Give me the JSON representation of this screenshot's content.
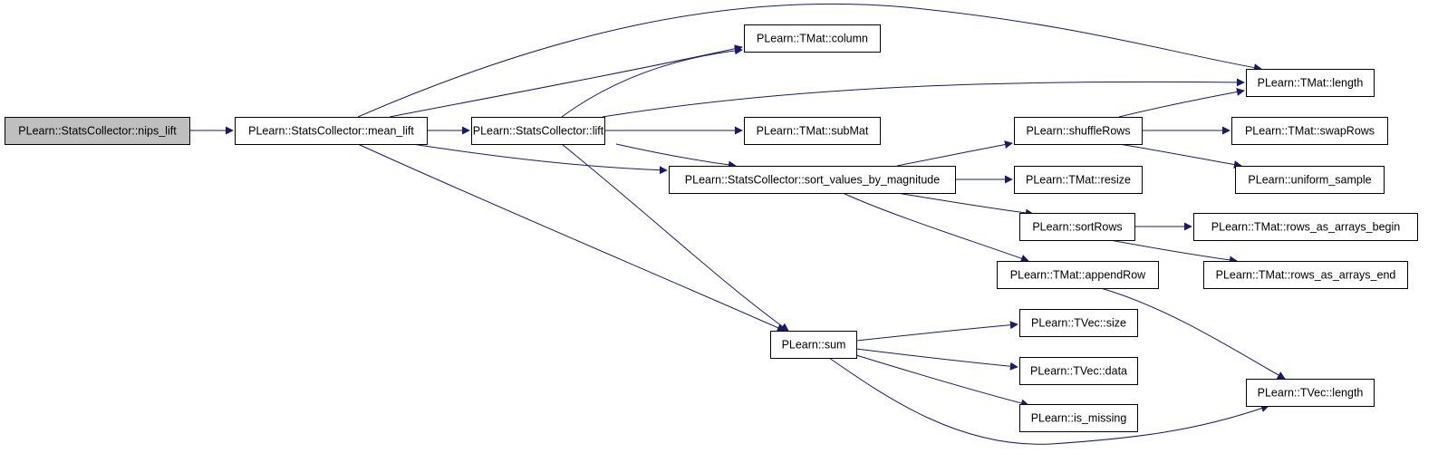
{
  "colors": {
    "edge": "#191970",
    "root_fill": "#bfbfbf",
    "node_fill": "#ffffff",
    "border": "#000000"
  },
  "nodes": [
    {
      "id": "nips_lift",
      "label": "PLearn::StatsCollector::nips_lift",
      "root": true
    },
    {
      "id": "mean_lift",
      "label": "PLearn::StatsCollector::mean_lift"
    },
    {
      "id": "lift",
      "label": "PLearn::StatsCollector::lift"
    },
    {
      "id": "column",
      "label": "PLearn::TMat::column"
    },
    {
      "id": "tmat_length",
      "label": "PLearn::TMat::length"
    },
    {
      "id": "subMat",
      "label": "PLearn::TMat::subMat"
    },
    {
      "id": "sort_values",
      "label": "PLearn::StatsCollector::sort_values_by_magnitude"
    },
    {
      "id": "shuffleRows",
      "label": "PLearn::shuffleRows"
    },
    {
      "id": "swapRows",
      "label": "PLearn::TMat::swapRows"
    },
    {
      "id": "uniform_sample",
      "label": "PLearn::uniform_sample"
    },
    {
      "id": "resize",
      "label": "PLearn::TMat::resize"
    },
    {
      "id": "sortRows",
      "label": "PLearn::sortRows"
    },
    {
      "id": "rows_begin",
      "label": "PLearn::TMat::rows_as_arrays_begin"
    },
    {
      "id": "rows_end",
      "label": "PLearn::TMat::rows_as_arrays_end"
    },
    {
      "id": "appendRow",
      "label": "PLearn::TMat::appendRow"
    },
    {
      "id": "sum",
      "label": "PLearn::sum"
    },
    {
      "id": "tvec_size",
      "label": "PLearn::TVec::size"
    },
    {
      "id": "tvec_data",
      "label": "PLearn::TVec::data"
    },
    {
      "id": "is_missing",
      "label": "PLearn::is_missing"
    },
    {
      "id": "tvec_length",
      "label": "PLearn::TVec::length"
    }
  ],
  "edges": [
    {
      "from": "nips_lift",
      "to": "mean_lift"
    },
    {
      "from": "mean_lift",
      "to": "tmat_length"
    },
    {
      "from": "mean_lift",
      "to": "column"
    },
    {
      "from": "mean_lift",
      "to": "lift"
    },
    {
      "from": "mean_lift",
      "to": "sort_values"
    },
    {
      "from": "mean_lift",
      "to": "sum"
    },
    {
      "from": "lift",
      "to": "column"
    },
    {
      "from": "lift",
      "to": "tmat_length"
    },
    {
      "from": "lift",
      "to": "subMat"
    },
    {
      "from": "lift",
      "to": "sort_values"
    },
    {
      "from": "lift",
      "to": "sum"
    },
    {
      "from": "sort_values",
      "to": "shuffleRows"
    },
    {
      "from": "sort_values",
      "to": "resize"
    },
    {
      "from": "sort_values",
      "to": "sortRows"
    },
    {
      "from": "sort_values",
      "to": "appendRow"
    },
    {
      "from": "shuffleRows",
      "to": "tmat_length"
    },
    {
      "from": "shuffleRows",
      "to": "swapRows"
    },
    {
      "from": "shuffleRows",
      "to": "uniform_sample"
    },
    {
      "from": "sortRows",
      "to": "rows_begin"
    },
    {
      "from": "sortRows",
      "to": "rows_end"
    },
    {
      "from": "appendRow",
      "to": "tvec_length"
    },
    {
      "from": "sum",
      "to": "tvec_size"
    },
    {
      "from": "sum",
      "to": "tvec_data"
    },
    {
      "from": "sum",
      "to": "is_missing"
    },
    {
      "from": "sum",
      "to": "tvec_length"
    }
  ]
}
